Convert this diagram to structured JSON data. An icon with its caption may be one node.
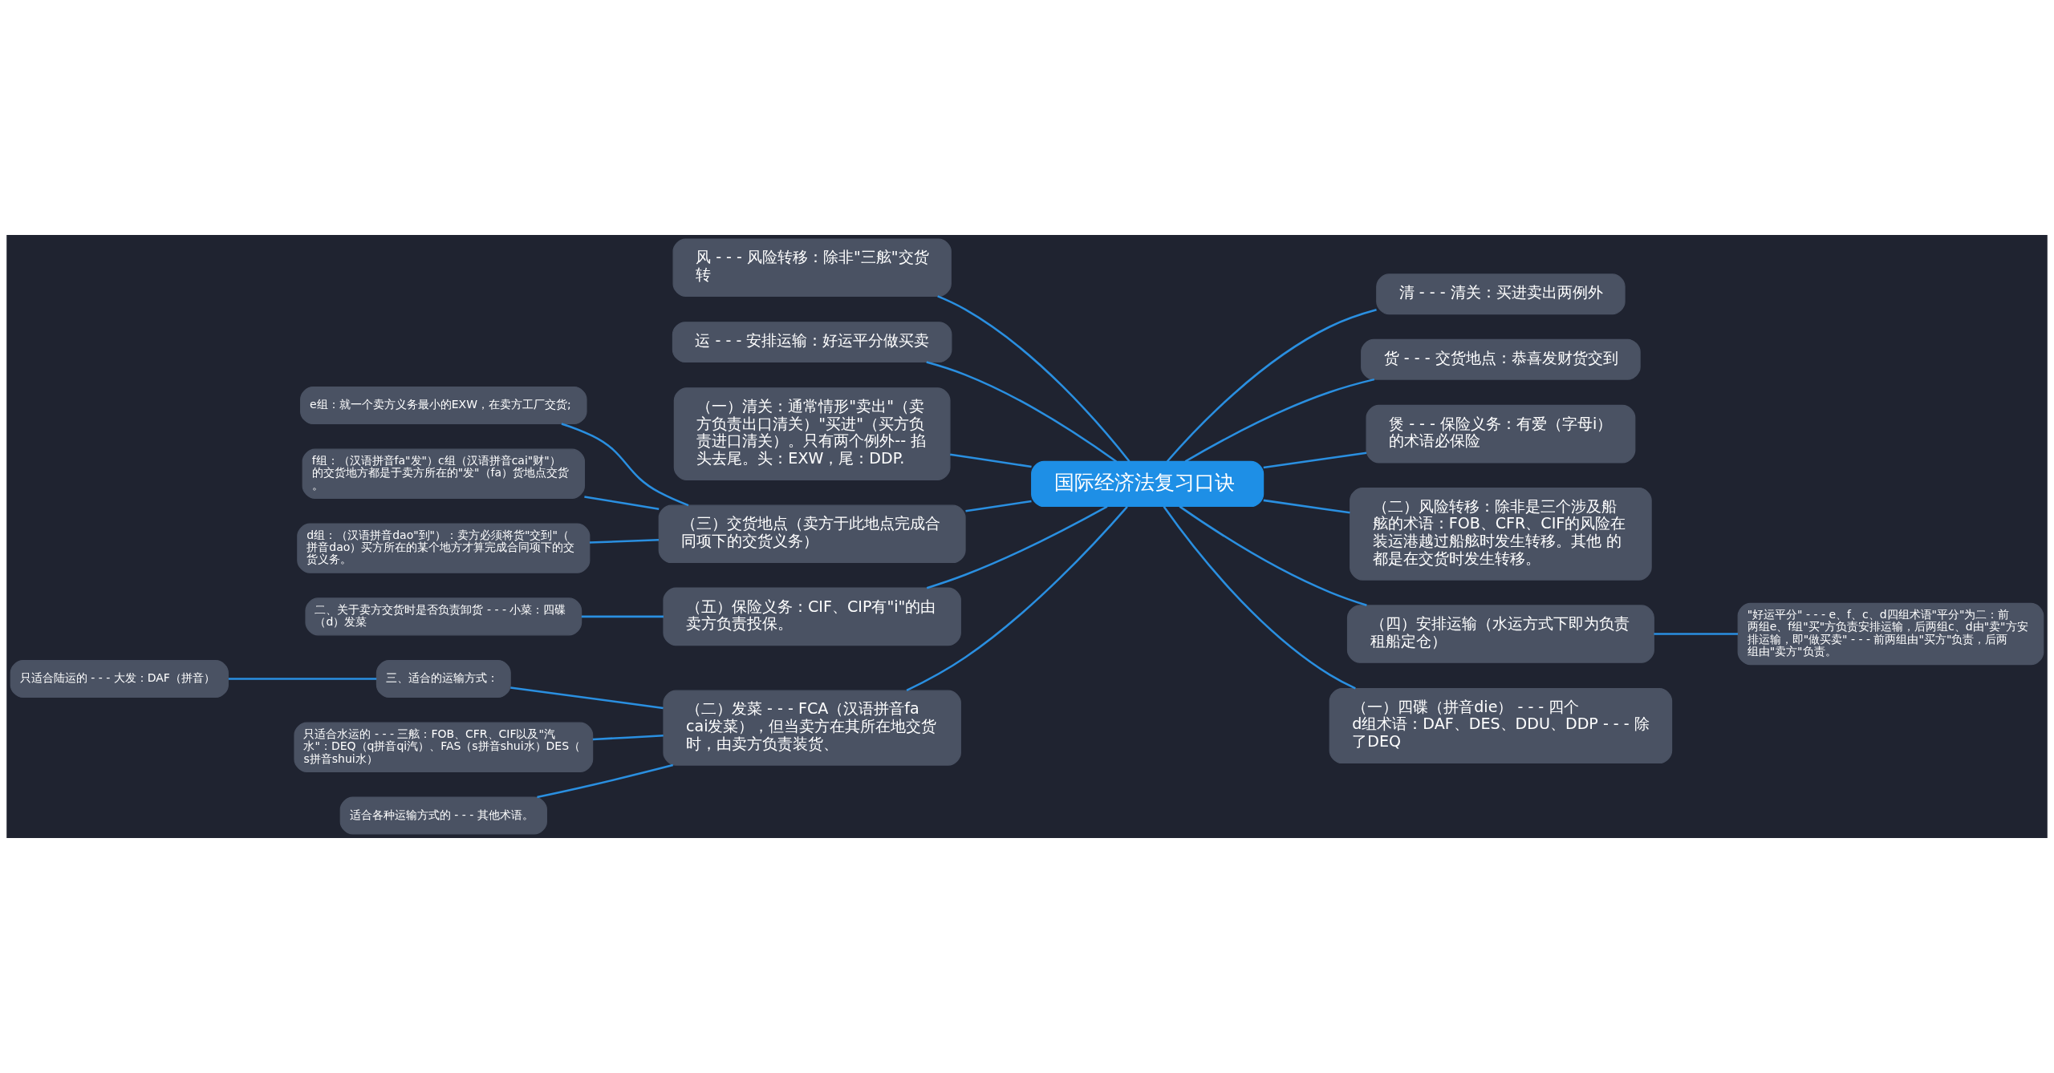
{
  "diagram": {
    "nodes": [
      {
        "text": [
          "国际经济法复习口诀"
        ]
      },
      {
        "text": [
          "风 - - - 风险转移：除非\"三舷\"交货转"
        ]
      },
      {
        "text": [
          "运 - - - 安排运输：好运平分做买卖"
        ]
      },
      {
        "text": [
          "（一）清关：通常情形\"卖出\"（卖方负责出口清关）\"买进\"（买方负责进口清关）。只有两个例外-- 掐头去尾。头：EXW，尾：DDP."
        ]
      },
      {
        "text": [
          "（三）交货地点（卖方于此地点完成合同项下的交货义务）"
        ]
      },
      {
        "text": [
          "e组：就一个卖方义务最小的EXW，在卖方工厂交货;"
        ]
      },
      {
        "text": [
          "f组：（汉语拼音fa\"发\"）c组（汉语拼音cai\"财\"）的交货地方都是于卖方所在的\"发\"（fa）货地点交货。"
        ]
      },
      {
        "text": [
          "d组：（汉语拼音dao\"到\"）：卖方必须将货\"交到\"（拼音dao）买方所在的某个地方才算完成合同项下的交货义务。"
        ]
      },
      {
        "text": [
          "（五）保险义务：CIF、CIP有\"i\"的由卖方负责投保。"
        ]
      },
      {
        "text": [
          "二、关于卖方交货时是否负责卸货 - - - 小菜：四碟（d）发菜"
        ]
      },
      {
        "text": [
          "（二）发菜 - - - FCA（汉语拼音facai发菜），但当卖方在其所在地交货时，由卖方负责装货、"
        ]
      },
      {
        "text": [
          "三、适合的运输方式："
        ]
      },
      {
        "text": [
          "只适合陆运的 - - - 大发：DAF（拼音）"
        ]
      },
      {
        "text": [
          "只适合水运的 - - - 三舷：FOB、CFR、CIF以及\"汽水\"：DEQ（q拼音qi汽）、FAS（s拼音shui水）DES（s拼音shui水）"
        ]
      },
      {
        "text": [
          "适合各种运输方式的 - - - 其他术语。"
        ]
      },
      {
        "text": [
          "清 - - - 清关：买进卖出两例外"
        ]
      },
      {
        "text": [
          "货 - - - 交货地点：恭喜发财货交到"
        ]
      },
      {
        "text": [
          "煲 - - - 保险义务：有爱（字母i）的术语必保险"
        ]
      },
      {
        "text": [
          "（二）风险转移：除非是三个涉及船舷的术语：FOB、CFR、CIF的风险在装运港越过船舷时发生转移。其他 的都是在交货时发生转移。"
        ]
      },
      {
        "text": [
          "（四）安排运输（水运方式下即为负责租船定仓）"
        ]
      },
      {
        "text": [
          "\"好运平分\" - - - e、f、c、d四组术语\"平分\"为二：前两组e、f组\"买\"方负责安排运输，后两组c、d由\"卖\"方安排运输，即\"做买卖\" - - - 前两组由\"买方\"负责，后两组由\"卖方\"负责。"
        ]
      },
      {
        "text": [
          "（一）四碟（拼音die） - - - 四个d组术语：DAF、DES、DDU、DDP - - - 除了DEQ"
        ]
      }
    ],
    "edges": [
      {
        "from": 0,
        "to": 1,
        "arrow": "none"
      },
      {
        "from": 0,
        "to": 2,
        "arrow": "none"
      },
      {
        "from": 0,
        "to": 3,
        "arrow": "none"
      },
      {
        "from": 0,
        "to": 4,
        "arrow": "none"
      },
      {
        "from": 4,
        "to": 5,
        "arrow": "none"
      },
      {
        "from": 4,
        "to": 6,
        "arrow": "none"
      },
      {
        "from": 4,
        "to": 7,
        "arrow": "none"
      },
      {
        "from": 0,
        "to": 8,
        "arrow": "none"
      },
      {
        "from": 8,
        "to": 9,
        "arrow": "none"
      },
      {
        "from": 0,
        "to": 10,
        "arrow": "none"
      },
      {
        "from": 10,
        "to": 11,
        "arrow": "none"
      },
      {
        "from": 11,
        "to": 12,
        "arrow": "none"
      },
      {
        "from": 10,
        "to": 13,
        "arrow": "none"
      },
      {
        "from": 10,
        "to": 14,
        "arrow": "none"
      },
      {
        "from": 0,
        "to": 15,
        "arrow": "none"
      },
      {
        "from": 0,
        "to": 16,
        "arrow": "none"
      },
      {
        "from": 0,
        "to": 17,
        "arrow": "none"
      },
      {
        "from": 0,
        "to": 18,
        "arrow": "none"
      },
      {
        "from": 0,
        "to": 19,
        "arrow": "none"
      },
      {
        "from": 19,
        "to": 20,
        "arrow": "none"
      },
      {
        "from": 0,
        "to": 21,
        "arrow": "none"
      }
    ]
  }
}
